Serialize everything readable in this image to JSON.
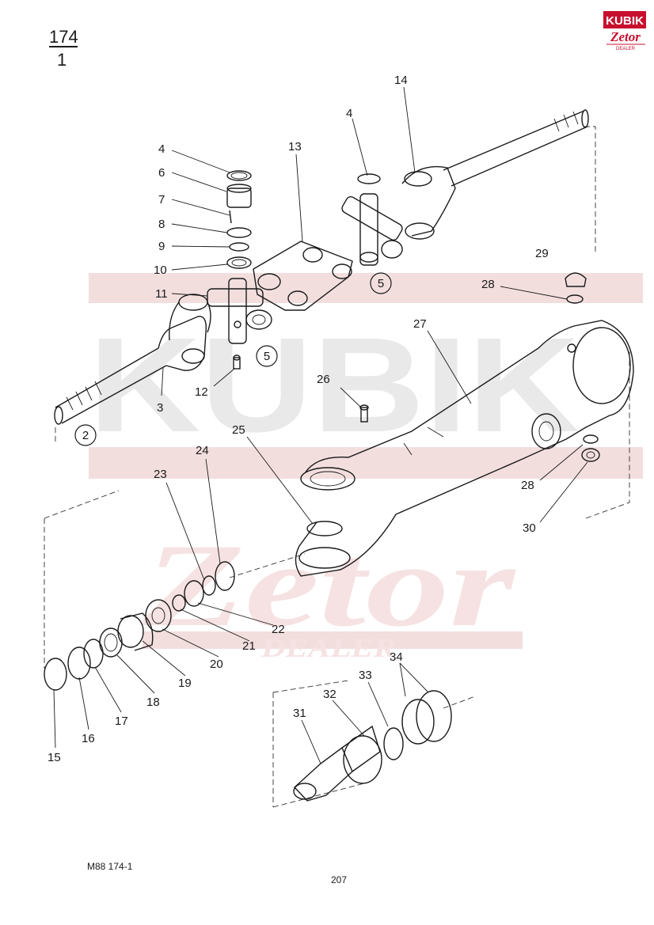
{
  "page_ref": {
    "top": "174",
    "bottom": "1"
  },
  "logo": {
    "line1": "KUBIK",
    "line2": "Zetor",
    "line3": "DEALER",
    "color": "#c8102e"
  },
  "watermark": {
    "brand": "KUBIK",
    "name": "Zetor",
    "dealer": "DEALER"
  },
  "callouts": [
    {
      "id": "c2",
      "text": "2"
    },
    {
      "id": "c5a",
      "text": "5"
    },
    {
      "id": "c5b",
      "text": "5"
    }
  ],
  "labels": [
    {
      "id": "l4a",
      "text": "4"
    },
    {
      "id": "l6",
      "text": "6"
    },
    {
      "id": "l7",
      "text": "7"
    },
    {
      "id": "l8",
      "text": "8"
    },
    {
      "id": "l9",
      "text": "9"
    },
    {
      "id": "l10",
      "text": "10"
    },
    {
      "id": "l11",
      "text": "11"
    },
    {
      "id": "l3",
      "text": "3"
    },
    {
      "id": "l12",
      "text": "12"
    },
    {
      "id": "l13",
      "text": "13"
    },
    {
      "id": "l4b",
      "text": "4"
    },
    {
      "id": "l14",
      "text": "14"
    },
    {
      "id": "l29",
      "text": "29"
    },
    {
      "id": "l28a",
      "text": "28"
    },
    {
      "id": "l27",
      "text": "27"
    },
    {
      "id": "l26",
      "text": "26"
    },
    {
      "id": "l25",
      "text": "25"
    },
    {
      "id": "l24",
      "text": "24"
    },
    {
      "id": "l23",
      "text": "23"
    },
    {
      "id": "l28b",
      "text": "28"
    },
    {
      "id": "l30",
      "text": "30"
    },
    {
      "id": "l22",
      "text": "22"
    },
    {
      "id": "l21",
      "text": "21"
    },
    {
      "id": "l20",
      "text": "20"
    },
    {
      "id": "l19",
      "text": "19"
    },
    {
      "id": "l18",
      "text": "18"
    },
    {
      "id": "l17",
      "text": "17"
    },
    {
      "id": "l16",
      "text": "16"
    },
    {
      "id": "l15",
      "text": "15"
    },
    {
      "id": "l34",
      "text": "34"
    },
    {
      "id": "l33",
      "text": "33"
    },
    {
      "id": "l32",
      "text": "32"
    },
    {
      "id": "l31",
      "text": "31"
    }
  ],
  "footer": {
    "code": "M88  174-1",
    "page": "207"
  }
}
